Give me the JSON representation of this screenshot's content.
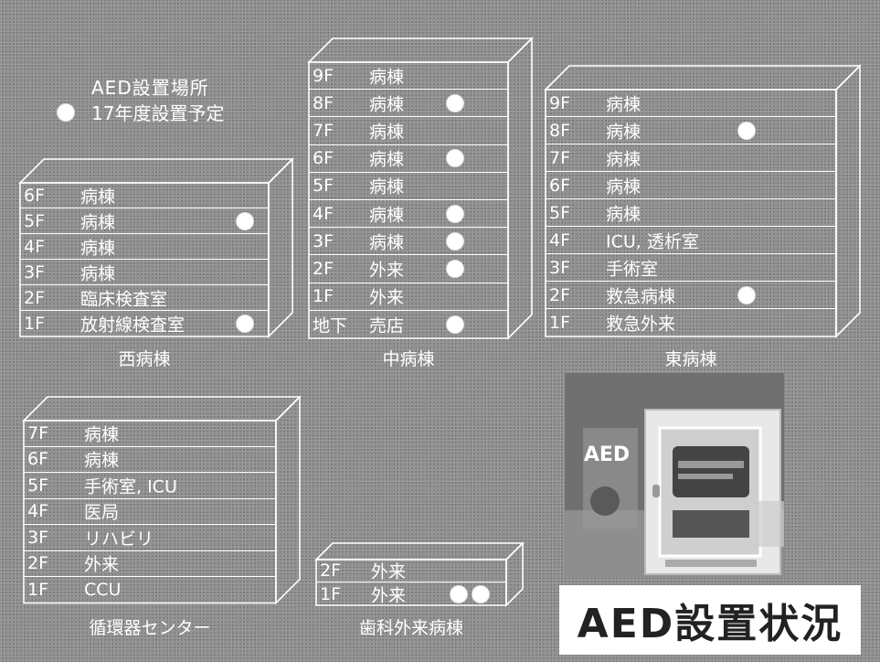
{
  "legend": {
    "title": "AED設置場所",
    "planned": "17年度設置予定"
  },
  "buildings": [
    {
      "name": "西病棟",
      "floors": [
        {
          "floor": "6F",
          "use": "病棟",
          "aed": 0
        },
        {
          "floor": "5F",
          "use": "病棟",
          "aed": 1
        },
        {
          "floor": "4F",
          "use": "病棟",
          "aed": 0
        },
        {
          "floor": "3F",
          "use": "病棟",
          "aed": 0
        },
        {
          "floor": "2F",
          "use": "臨床検査室",
          "aed": 0
        },
        {
          "floor": "1F",
          "use": "放射線検査室",
          "aed": 1
        }
      ]
    },
    {
      "name": "中病棟",
      "floors": [
        {
          "floor": "9F",
          "use": "病棟",
          "aed": 0
        },
        {
          "floor": "8F",
          "use": "病棟",
          "aed": 1
        },
        {
          "floor": "7F",
          "use": "病棟",
          "aed": 0
        },
        {
          "floor": "6F",
          "use": "病棟",
          "aed": 1
        },
        {
          "floor": "5F",
          "use": "病棟",
          "aed": 0
        },
        {
          "floor": "4F",
          "use": "病棟",
          "aed": 1
        },
        {
          "floor": "3F",
          "use": "病棟",
          "aed": 1
        },
        {
          "floor": "2F",
          "use": "外来",
          "aed": 1
        },
        {
          "floor": "1F",
          "use": "外来",
          "aed": 0
        },
        {
          "floor": "地下",
          "use": "売店",
          "aed": 1
        }
      ]
    },
    {
      "name": "東病棟",
      "floors": [
        {
          "floor": "9F",
          "use": "病棟",
          "aed": 0
        },
        {
          "floor": "8F",
          "use": "病棟",
          "aed": 1
        },
        {
          "floor": "7F",
          "use": "病棟",
          "aed": 0
        },
        {
          "floor": "6F",
          "use": "病棟",
          "aed": 0
        },
        {
          "floor": "5F",
          "use": "病棟",
          "aed": 0
        },
        {
          "floor": "4F",
          "use": "ICU, 透析室",
          "aed": 0
        },
        {
          "floor": "3F",
          "use": "手術室",
          "aed": 0
        },
        {
          "floor": "2F",
          "use": "救急病棟",
          "aed": 1
        },
        {
          "floor": "1F",
          "use": "救急外来",
          "aed": 0
        }
      ]
    },
    {
      "name": "循環器センター",
      "floors": [
        {
          "floor": "7F",
          "use": "病棟",
          "aed": 0
        },
        {
          "floor": "6F",
          "use": "病棟",
          "aed": 0
        },
        {
          "floor": "5F",
          "use": "手術室, ICU",
          "aed": 0
        },
        {
          "floor": "4F",
          "use": "医局",
          "aed": 0
        },
        {
          "floor": "3F",
          "use": "リハビリ",
          "aed": 0
        },
        {
          "floor": "2F",
          "use": "外来",
          "aed": 0
        },
        {
          "floor": "1F",
          "use": "CCU",
          "aed": 0
        }
      ]
    },
    {
      "name": "歯科外来病棟",
      "floors": [
        {
          "floor": "2F",
          "use": "外来",
          "aed": 0
        },
        {
          "floor": "1F",
          "use": "外来",
          "aed": 2
        }
      ]
    }
  ],
  "photo": {
    "sign_text": "AED",
    "caption": "AED設置状況"
  },
  "colors": {
    "background": "#8c8c8c",
    "line": "#ffffff",
    "marker": "#ffffff"
  }
}
